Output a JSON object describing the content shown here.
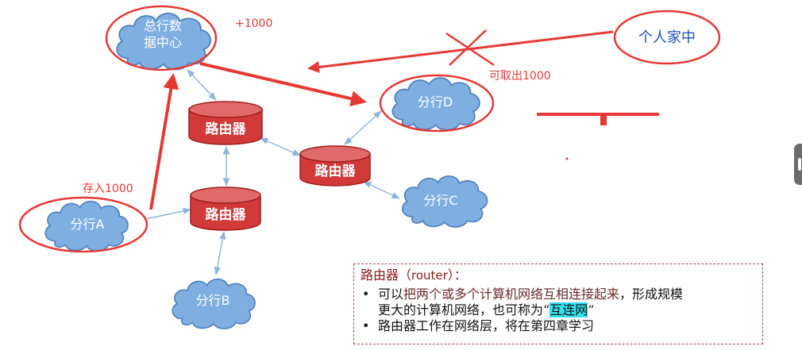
{
  "nodes": {
    "hq": {
      "line1": "总行数",
      "line2": "据中心"
    },
    "branch_a": {
      "label": "分行A"
    },
    "branch_b": {
      "label": "分行B"
    },
    "branch_c": {
      "label": "分行C"
    },
    "branch_d": {
      "label": "分行D"
    },
    "router_top": {
      "label": "路由器"
    },
    "router_mid": {
      "label": "路由器"
    },
    "router_bottom": {
      "label": "路由器"
    },
    "home": {
      "label": "个人家中"
    }
  },
  "annotations": {
    "plus": "+1000",
    "deposit": "存入1000",
    "withdraw": "可取出1000"
  },
  "info_box": {
    "title_cn": "路由器（",
    "title_en": "router",
    "title_end": "）：",
    "bullet1_part1": "可以",
    "bullet1_part2": "把两个或多个计算机网络互相连接起来",
    "bullet1_part3": "，形成规模",
    "bullet1_line2_part1": "更大的计算机网络，也可称为“",
    "bullet1_highlight": "互连网",
    "bullet1_line2_end": "”",
    "bullet2": "路由器工作在网络层，将在第四章学习"
  },
  "colors": {
    "cloud_fill": "#7faee0",
    "cloud_stroke": "#4f82bf",
    "router_fill": "#d23a3a",
    "router_top": "#e06a6a",
    "annotation_red": "#e53935",
    "link_blue": "#8fb4dc",
    "highlight": "#33e0ee"
  }
}
